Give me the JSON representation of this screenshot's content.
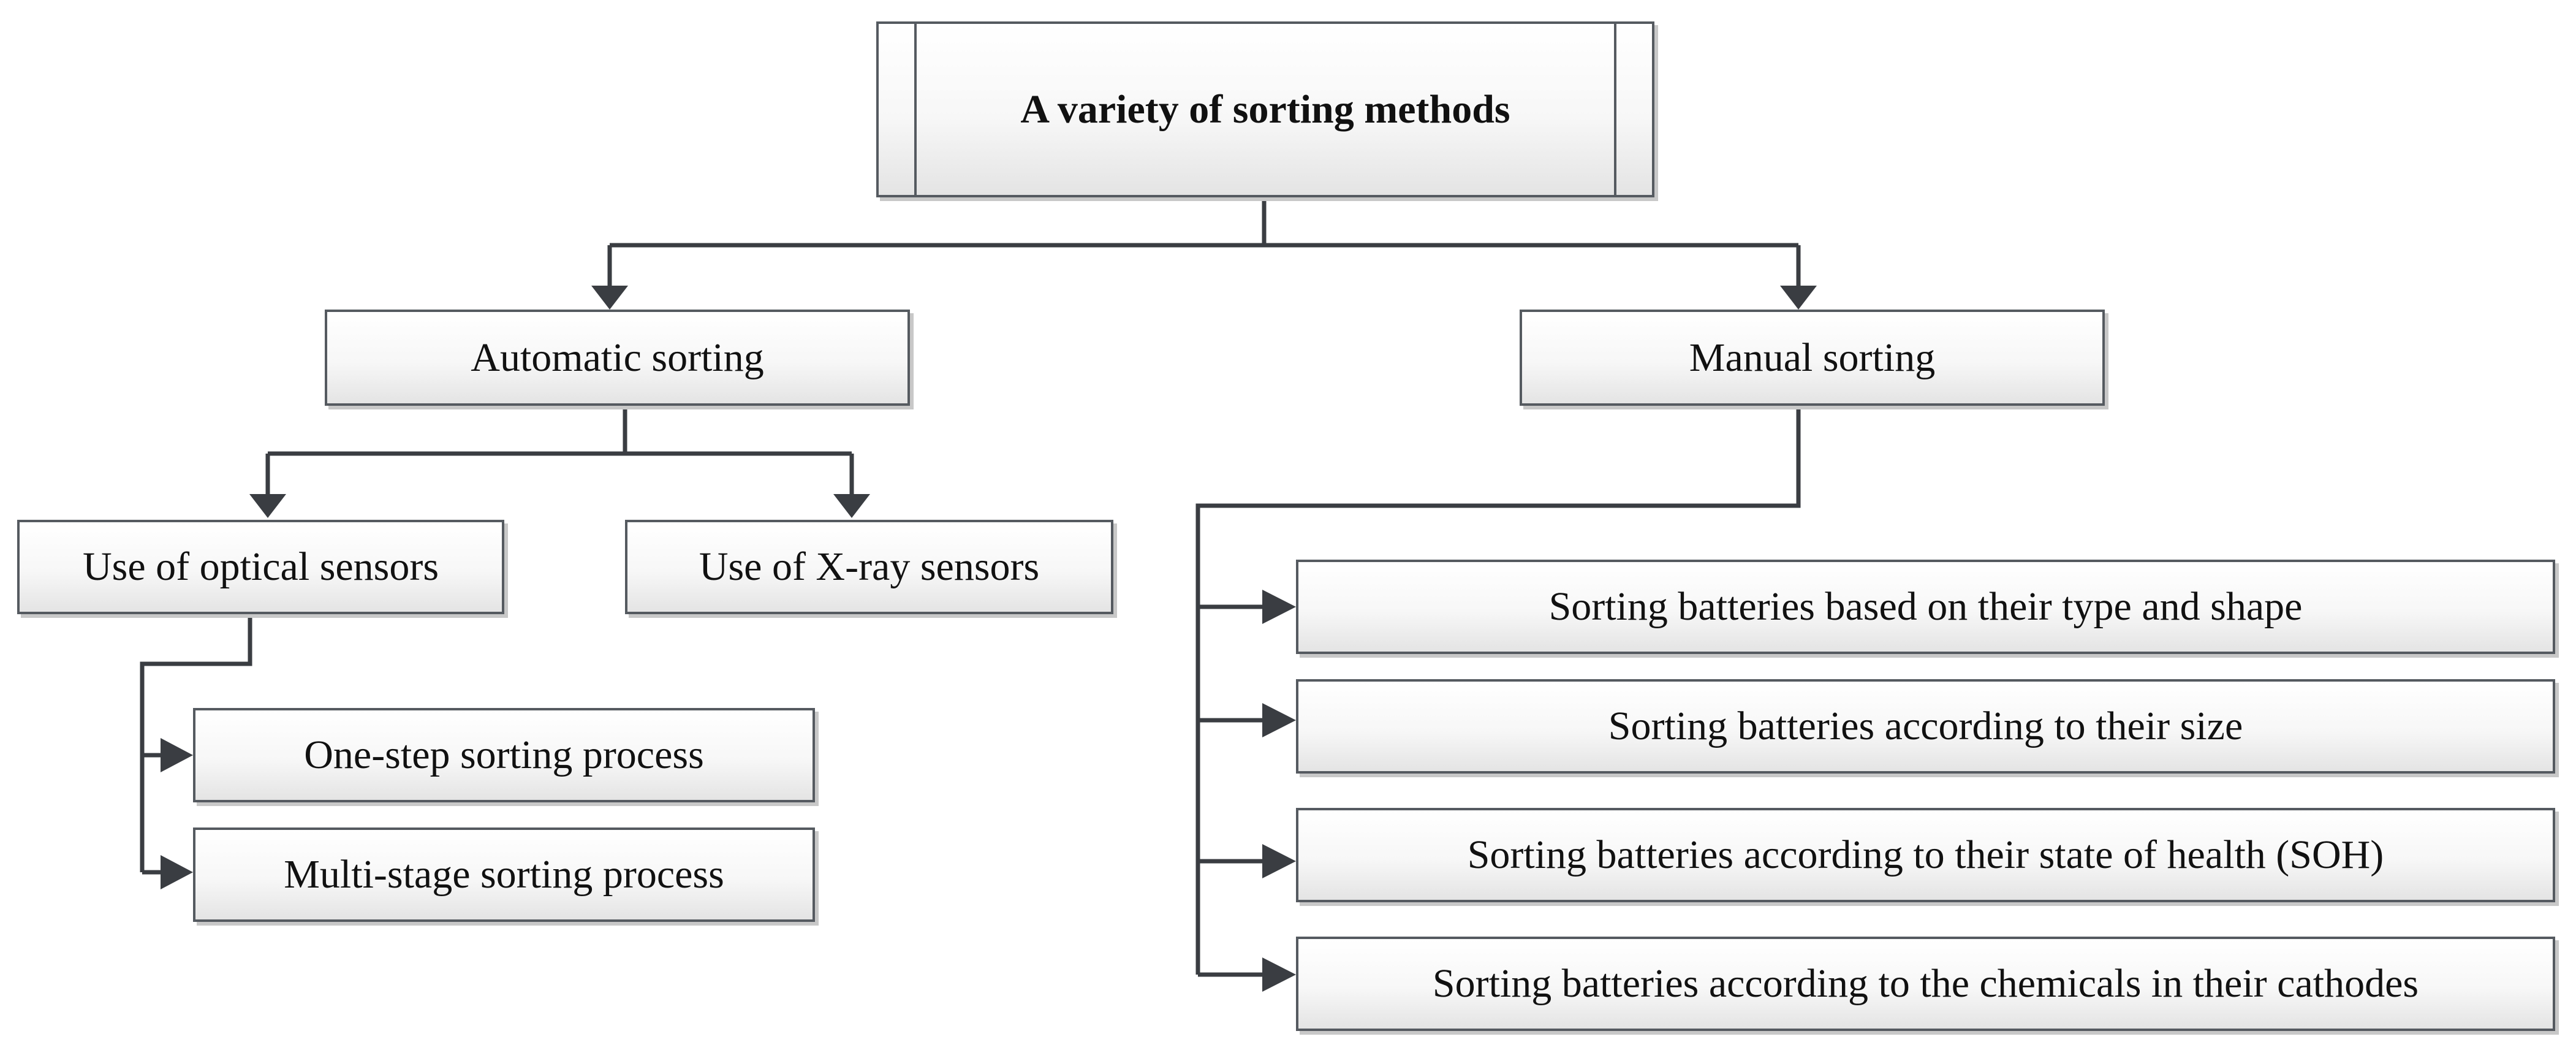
{
  "diagram": {
    "root": "A variety of sorting methods",
    "automatic": {
      "label": "Automatic sorting",
      "optical": {
        "label": "Use of optical sensors",
        "children": [
          "One-step sorting process",
          "Multi-stage sorting process"
        ]
      },
      "xray": {
        "label": "Use of X-ray sensors"
      }
    },
    "manual": {
      "label": "Manual sorting",
      "children": [
        "Sorting batteries based on their type and shape",
        "Sorting batteries according to their size",
        "Sorting batteries according to their state of health (SOH)",
        "Sorting batteries according to the chemicals in their cathodes"
      ]
    }
  },
  "colors": {
    "line": "#3a3d42",
    "border": "#555a60",
    "text": "#111111"
  }
}
